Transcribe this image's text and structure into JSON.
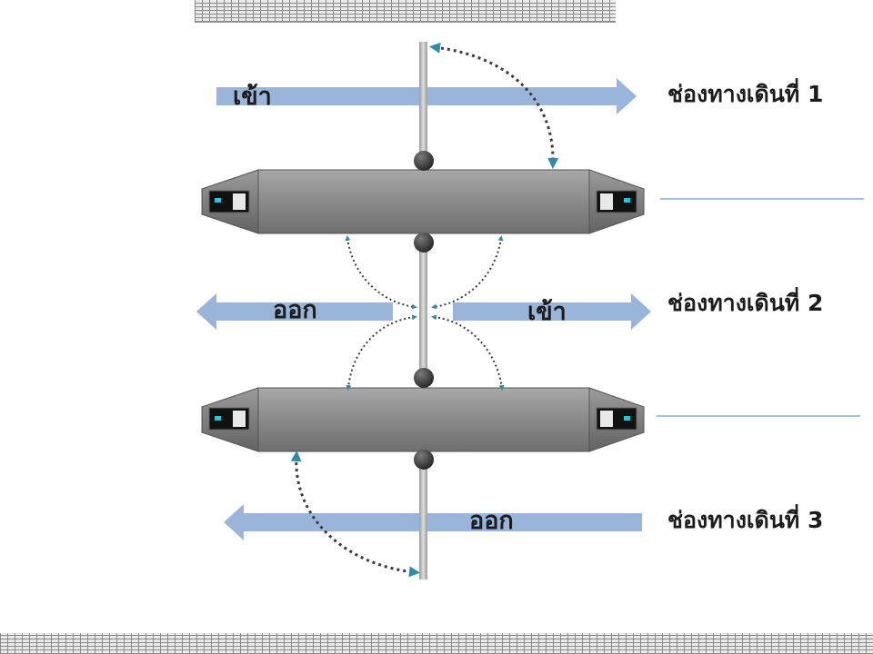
{
  "lanes": [
    {
      "label": "ช่องทางเดินที่ 1",
      "direction_label": "เข้า"
    },
    {
      "label": "ช่องทางเดินที่ 2",
      "direction_labels": {
        "left": "ออก",
        "right": "เข้า"
      }
    },
    {
      "label": "ช่องทางเดินที่ 3",
      "direction_label": "ออก"
    }
  ],
  "colors": {
    "arrow": "#9ab5da",
    "cabinet": "#8c8c8c",
    "pole": "#c8c8c8",
    "swing_path": "#3b3b3b",
    "arrowhead": "#2e8ca8",
    "divider_line": "#4f81bd"
  }
}
